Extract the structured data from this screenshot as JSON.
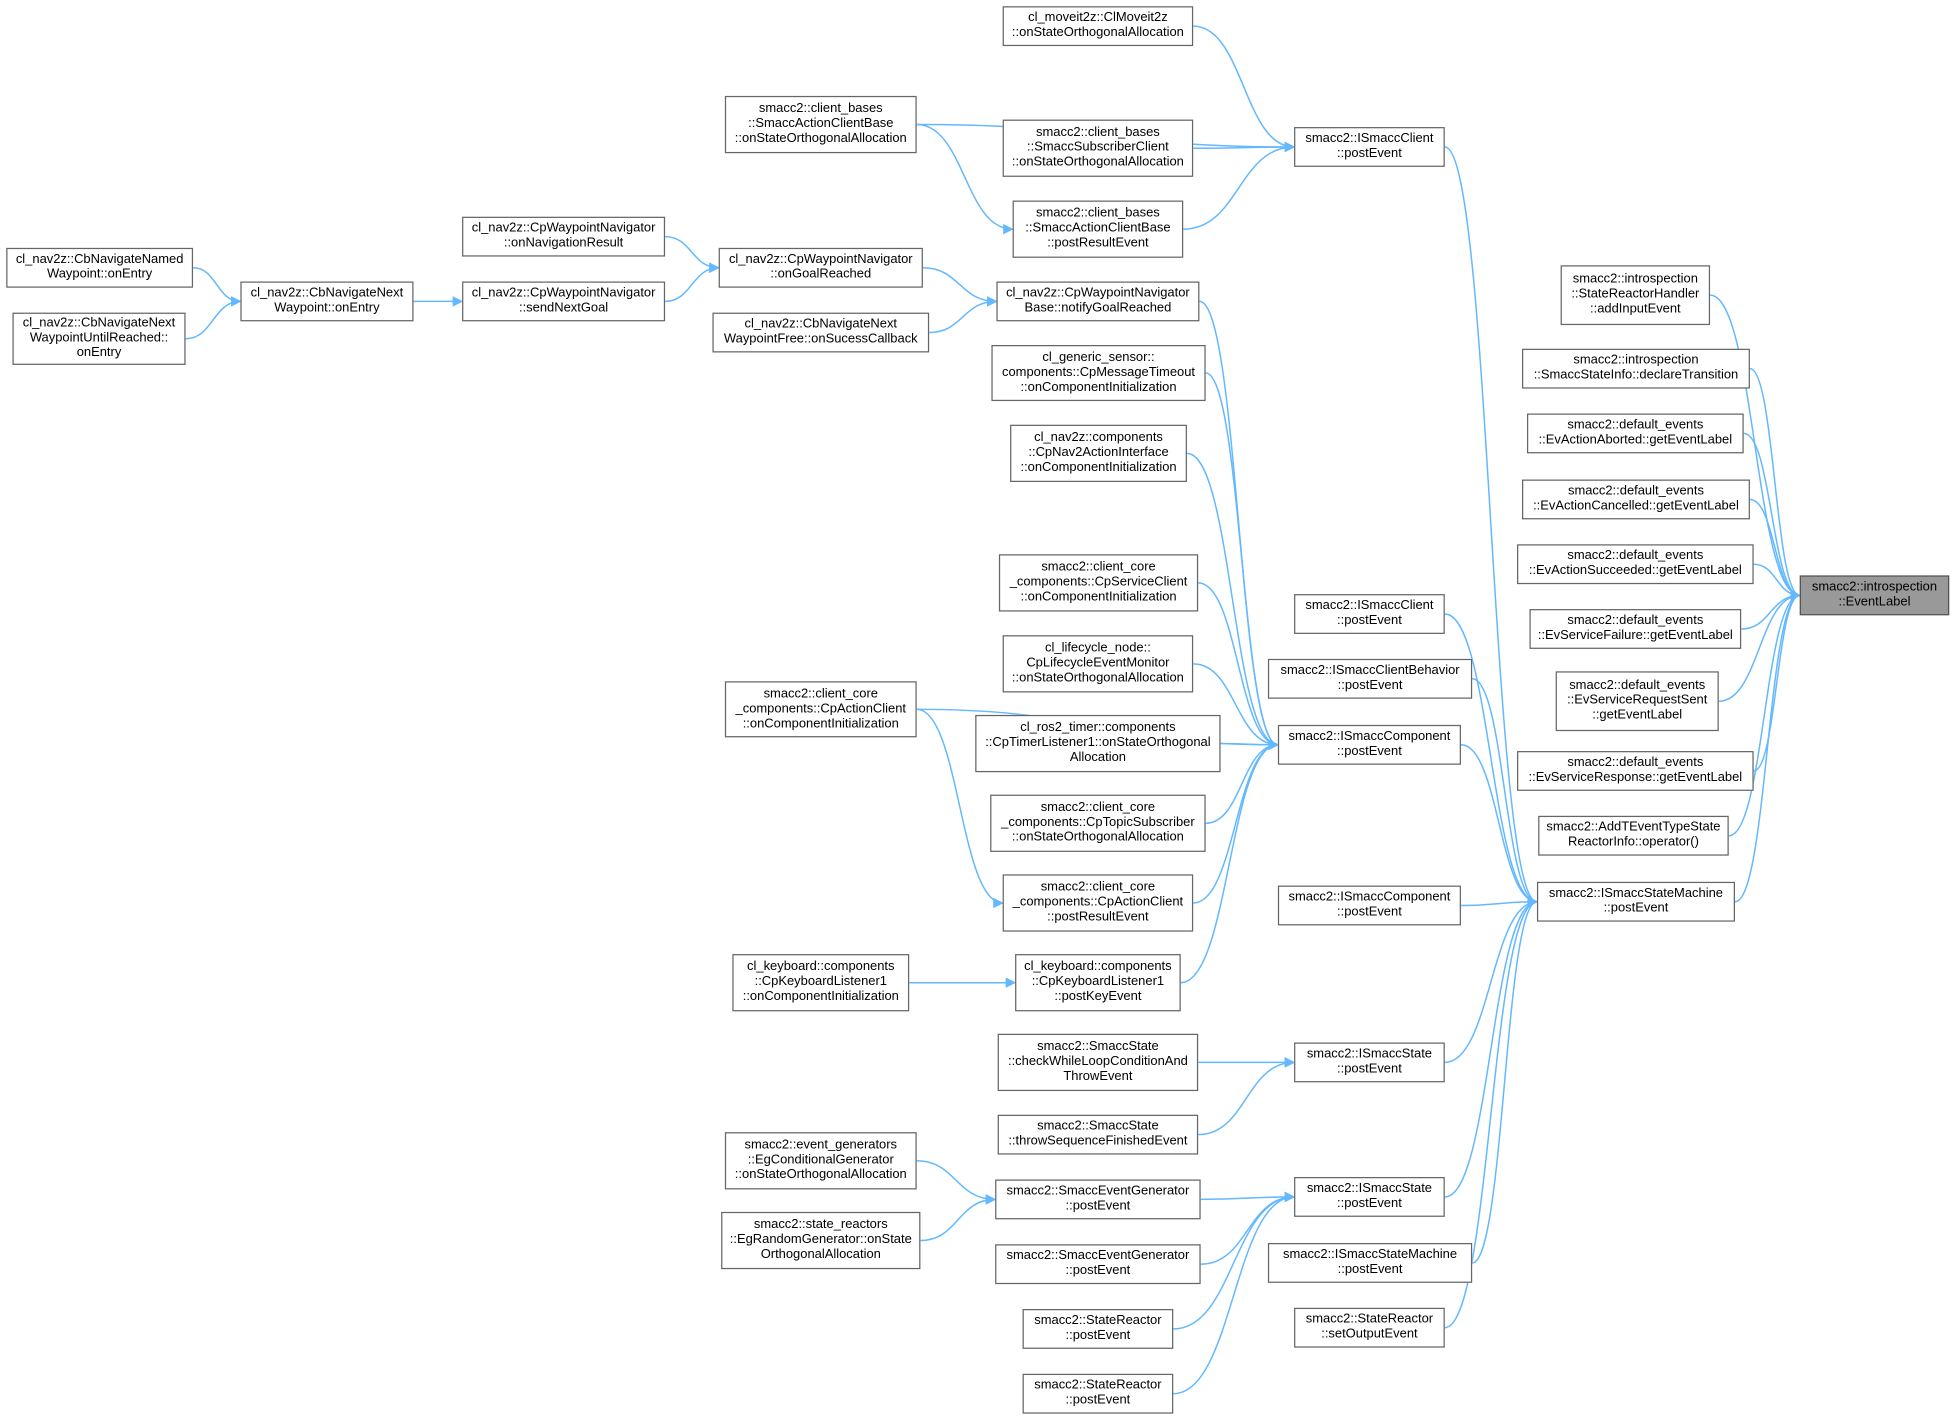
{
  "nodes": {
    "eventlabel": "smacc2::introspection\n::EventLabel",
    "addinput": "smacc2::introspection\n::StateReactorHandler\n::addInputEvent",
    "declaretrans": "smacc2::introspection\n::SmaccStateInfo::declareTransition",
    "aborted": "smacc2::default_events\n::EvActionAborted::getEventLabel",
    "cancelled": "smacc2::default_events\n::EvActionCancelled::getEventLabel",
    "succeeded": "smacc2::default_events\n::EvActionSucceeded::getEventLabel",
    "svcfailure": "smacc2::default_events\n::EvServiceFailure::getEventLabel",
    "svcreqsent": "smacc2::default_events\n::EvServiceRequestSent\n::getEventLabel",
    "svcresponse": "smacc2::default_events\n::EvServiceResponse::getEventLabel",
    "addtevent": "smacc2::AddTEventTypeState\nReactorInfo::operator()",
    "sm_post": "smacc2::ISmaccStateMachine\n::postEvent",
    "client_post1": "smacc2::ISmaccClient\n::postEvent",
    "client_post2": "smacc2::ISmaccClient\n::postEvent",
    "clientbeh_post": "smacc2::ISmaccClientBehavior\n::postEvent",
    "comp_post1": "smacc2::ISmaccComponent\n::postEvent",
    "comp_post2": "smacc2::ISmaccComponent\n::postEvent",
    "state_post1": "smacc2::ISmaccState\n::postEvent",
    "state_post2": "smacc2::ISmaccState\n::postEvent",
    "sm_post2": "smacc2::ISmaccStateMachine\n::postEvent",
    "setoutput": "smacc2::StateReactor\n::setOutputEvent",
    "moveit": "cl_moveit2z::ClMoveit2z\n::onStateOrthogonalAllocation",
    "acb_alloc": "smacc2::client_bases\n::SmaccActionClientBase\n::onStateOrthogonalAllocation",
    "subclient": "smacc2::client_bases\n::SmaccSubscriberClient\n::onStateOrthogonalAllocation",
    "acb_result": "smacc2::client_bases\n::SmaccActionClientBase\n::postResultEvent",
    "notifygoal": "cl_nav2z::CpWaypointNavigator\nBase::notifyGoalReached",
    "msgtimeout": "cl_generic_sensor::\ncomponents::CpMessageTimeout\n::onComponentInitialization",
    "nav2action": "cl_nav2z::components\n::CpNav2ActionInterface\n::onComponentInitialization",
    "svcclient": "smacc2::client_core\n_components::CpServiceClient\n::onComponentInitialization",
    "lifecycle": "cl_lifecycle_node::\nCpLifecycleEventMonitor\n::onStateOrthogonalAllocation",
    "timer": "cl_ros2_timer::components\n::CpTimerListener1::onStateOrthogonal\nAllocation",
    "topicsub": "smacc2::client_core\n_components::CpTopicSubscriber\n::onStateOrthogonalAllocation",
    "ac_result": "smacc2::client_core\n_components::CpActionClient\n::postResultEvent",
    "kb_postkey": "cl_keyboard::components\n::CpKeyboardListener1\n::postKeyEvent",
    "checkwhile": "smacc2::SmaccState\n::checkWhileLoopConditionAnd\nThrowEvent",
    "throwseq": "smacc2::SmaccState\n::throwSequenceFinishedEvent",
    "evgen1": "smacc2::SmaccEventGenerator\n::postEvent",
    "evgen2": "smacc2::SmaccEventGenerator\n::postEvent",
    "sr_post1": "smacc2::StateReactor\n::postEvent",
    "sr_post2": "smacc2::StateReactor\n::postEvent",
    "ongoal": "cl_nav2z::CpWaypointNavigator\n::onGoalReached",
    "onsuccess": "cl_nav2z::CbNavigateNext\nWaypointFree::onSucessCallback",
    "ac_init": "smacc2::client_core\n_components::CpActionClient\n::onComponentInitialization",
    "kb_init": "cl_keyboard::components\n::CpKeyboardListener1\n::onComponentInitialization",
    "egcond": "smacc2::event_generators\n::EgConditionalGenerator\n::onStateOrthogonalAllocation",
    "egrandom": "smacc2::state_reactors\n::EgRandomGenerator::onState\nOrthogonalAllocation",
    "onnavres": "cl_nav2z::CpWaypointNavigator\n::onNavigationResult",
    "sendnext": "cl_nav2z::CpWaypointNavigator\n::sendNextGoal",
    "nextwp": "cl_nav2z::CbNavigateNext\nWaypoint::onEntry",
    "namedwp": "cl_nav2z::CbNavigateNamed\nWaypoint::onEntry",
    "untilreached": "cl_nav2z::CbNavigateNext\nWaypointUntilReached::\nonEntry"
  },
  "edges": [
    [
      "addinput",
      "eventlabel"
    ],
    [
      "declaretrans",
      "eventlabel"
    ],
    [
      "aborted",
      "eventlabel"
    ],
    [
      "cancelled",
      "eventlabel"
    ],
    [
      "succeeded",
      "eventlabel"
    ],
    [
      "svcfailure",
      "eventlabel"
    ],
    [
      "svcreqsent",
      "eventlabel"
    ],
    [
      "svcresponse",
      "eventlabel"
    ],
    [
      "addtevent",
      "eventlabel"
    ],
    [
      "sm_post",
      "eventlabel"
    ],
    [
      "client_post1",
      "sm_post"
    ],
    [
      "client_post2",
      "sm_post"
    ],
    [
      "clientbeh_post",
      "sm_post"
    ],
    [
      "comp_post1",
      "sm_post"
    ],
    [
      "comp_post2",
      "sm_post"
    ],
    [
      "state_post1",
      "sm_post"
    ],
    [
      "state_post2",
      "sm_post"
    ],
    [
      "sm_post2",
      "sm_post"
    ],
    [
      "setoutput",
      "sm_post"
    ],
    [
      "moveit",
      "client_post1"
    ],
    [
      "acb_alloc",
      "client_post1"
    ],
    [
      "subclient",
      "client_post1"
    ],
    [
      "acb_result",
      "client_post1"
    ],
    [
      "acb_alloc",
      "acb_result"
    ],
    [
      "notifygoal",
      "comp_post1"
    ],
    [
      "msgtimeout",
      "comp_post1"
    ],
    [
      "nav2action",
      "comp_post1"
    ],
    [
      "svcclient",
      "comp_post1"
    ],
    [
      "lifecycle",
      "comp_post1"
    ],
    [
      "timer",
      "comp_post1"
    ],
    [
      "topicsub",
      "comp_post1"
    ],
    [
      "ac_result",
      "comp_post1"
    ],
    [
      "kb_postkey",
      "comp_post1"
    ],
    [
      "ac_init",
      "comp_post1"
    ],
    [
      "ongoal",
      "notifygoal"
    ],
    [
      "onsuccess",
      "notifygoal"
    ],
    [
      "onnavres",
      "ongoal"
    ],
    [
      "sendnext",
      "ongoal"
    ],
    [
      "nextwp",
      "sendnext"
    ],
    [
      "namedwp",
      "nextwp"
    ],
    [
      "untilreached",
      "nextwp"
    ],
    [
      "ac_init",
      "ac_result"
    ],
    [
      "kb_init",
      "kb_postkey"
    ],
    [
      "checkwhile",
      "state_post1"
    ],
    [
      "throwseq",
      "state_post1"
    ],
    [
      "egcond",
      "evgen1"
    ],
    [
      "egrandom",
      "evgen1"
    ],
    [
      "evgen1",
      "state_post2"
    ],
    [
      "evgen2",
      "state_post2"
    ],
    [
      "sr_post1",
      "state_post2"
    ],
    [
      "sr_post2",
      "state_post2"
    ]
  ],
  "colors": {
    "edge": "#63b8ff",
    "focus_fill": "#999999",
    "border": "#666666"
  }
}
